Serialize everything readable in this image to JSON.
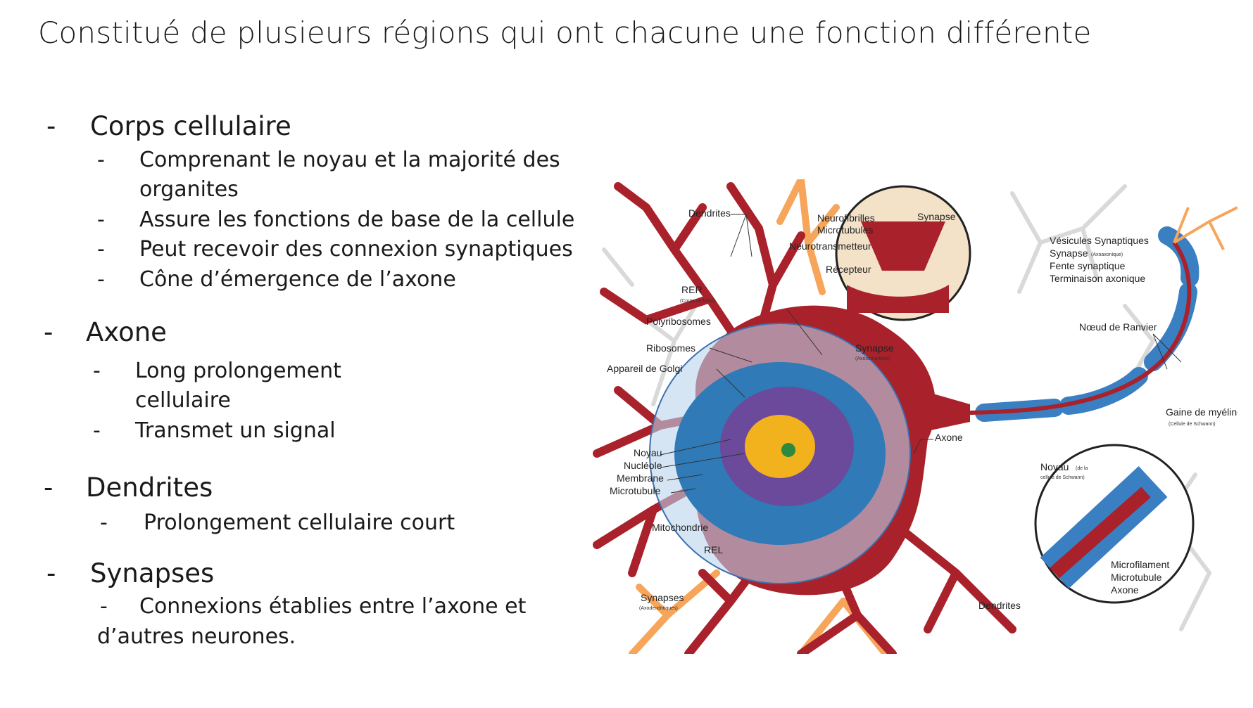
{
  "title": "Constitué de plusieurs régions qui ont chacune une fonction différente",
  "bullet_dash": "-",
  "sections": [
    {
      "heading": "Corps cellulaire",
      "items": [
        "Comprenant le noyau et la majorité des",
        "organites",
        "Assure les fonctions de base de la cellule",
        "Peut recevoir des connexion synaptiques",
        "Cône d’émergence de l’axone"
      ]
    },
    {
      "heading": "Axone",
      "items": [
        "Long prolongement",
        "cellulaire",
        "Transmet un signal"
      ]
    },
    {
      "heading": "Dendrites",
      "items": [
        "Prolongement cellulaire court"
      ]
    },
    {
      "heading": "Synapses",
      "items": [
        "Connexions établies entre l’axone et",
        "d’autres neurones."
      ]
    }
  ],
  "figure_labels": {
    "dendrites_top": "Dendrites",
    "neurofibrilles": "Neurofibrilles",
    "microtubules": "Microtubules",
    "neurotransmetteur": "Neurotransmetteur",
    "recepteur": "Récepteur",
    "synapse_inset": "Synapse",
    "vesicules": "Vésicules Synaptiques",
    "synapse_axo": "Synapse",
    "synapse_axo_small": "(Axoaxonique)",
    "fente": "Fente synaptique",
    "terminaison": "Terminaison axonique",
    "rer": "RER",
    "rer_small": "(Corps de Nissl)",
    "polyribosomes": "Polyribosomes",
    "ribosomes": "Ribosomes",
    "golgi": "Appareil de Golgi",
    "synapse_axosom": "Synapse",
    "synapse_axosom_small": "(Axosomatique)",
    "noeud": "Nœud de Ranvier",
    "gaine": "Gaine de myéline",
    "gaine_small": "(Cellule de Schwann)",
    "axone": "Axone",
    "noyau": "Noyau",
    "nucleole": "Nucléole",
    "membrane": "Membrane",
    "microtubule": "Microtubule",
    "mitochondrie": "Mitochondrie",
    "rel": "REL",
    "noyau_schwann": "Noyau",
    "noyau_schwann_small1": "(de la",
    "noyau_schwann_small2": "cellule de Schwann)",
    "microfilament": "Microfilament",
    "microtubule_inset": "Microtubule",
    "axone_inset": "Axone",
    "synapses_bottom": "Synapses",
    "synapses_bottom_small": "(Axodendritiques)",
    "dendrites_bottom": "Dendrites"
  },
  "colors": {
    "neuron": "#a9212a",
    "dendrite_orange": "#f6a55a",
    "myelin": "#3a7fc2",
    "nucleus": "#f2b21e",
    "background_neurons": "#d9d9d9"
  }
}
